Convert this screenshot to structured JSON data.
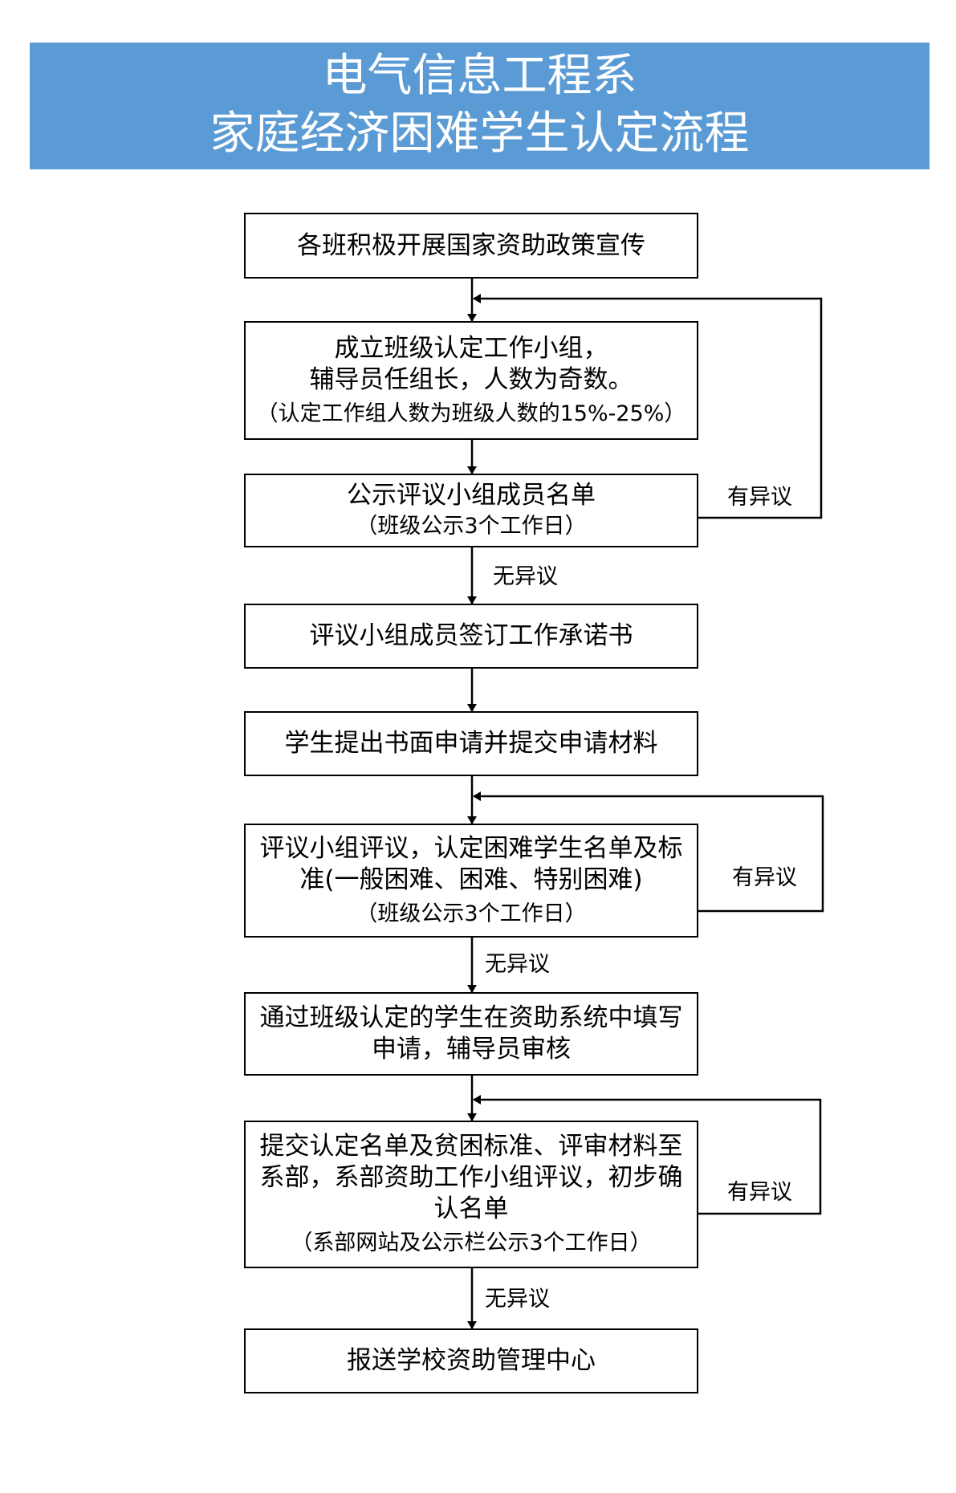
{
  "title": {
    "line1": "电气信息工程系",
    "line2": "家庭经济困难学生认定流程"
  },
  "colors": {
    "banner": "#5b9bd5",
    "banner_text": "#ffffff",
    "border": "#000000"
  },
  "steps": [
    {
      "lines": [
        "各班积极开展国家资助政策宣传"
      ],
      "sub": ""
    },
    {
      "lines": [
        "成立班级认定工作小组，",
        "辅导员任组长，人数为奇数。"
      ],
      "sub": "（认定工作组人数为班级人数的15%-25%）"
    },
    {
      "lines": [
        "公示评议小组成员名单"
      ],
      "sub": "（班级公示3个工作日）"
    },
    {
      "lines": [
        "评议小组成员签订工作承诺书"
      ],
      "sub": ""
    },
    {
      "lines": [
        "学生提出书面申请并提交申请材料"
      ],
      "sub": ""
    },
    {
      "lines": [
        "评议小组评议，认定困难学生名单及标",
        "准(一般困难、困难、特别困难)"
      ],
      "sub": "（班级公示3个工作日）"
    },
    {
      "lines": [
        "通过班级认定的学生在资助系统中填写",
        "申请，辅导员审核"
      ],
      "sub": ""
    },
    {
      "lines": [
        "提交认定名单及贫困标准、评审材料至",
        "系部，系部资助工作小组评议，初步确",
        "认名单"
      ],
      "sub": "（系部网站及公示栏公示3个工作日）"
    },
    {
      "lines": [
        "报送学校资助管理中心"
      ],
      "sub": ""
    }
  ],
  "labels": {
    "objection": "有异议",
    "no_objection": "无异议"
  }
}
